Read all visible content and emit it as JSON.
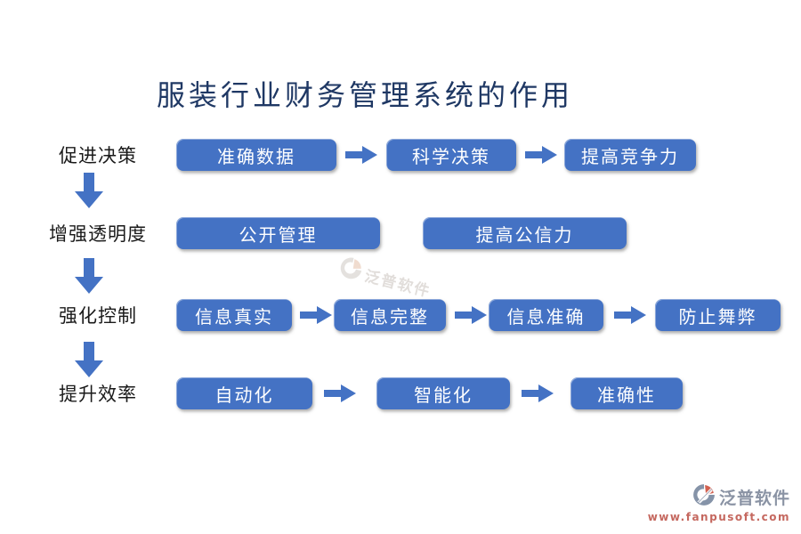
{
  "title": "服装行业财务管理系统的作用",
  "colors": {
    "accent": "#4472C4",
    "title": "#1F3864",
    "label": "#1A1A1A",
    "brand_text": "#8A93A4",
    "brand_url": "#C5685F",
    "watermark": "#C9C2BC"
  },
  "rows": [
    {
      "label": "促进决策",
      "boxes": [
        "准确数据",
        "科学决策",
        "提高竞争力"
      ]
    },
    {
      "label": "增强透明度",
      "boxes": [
        "公开管理",
        "提高公信力"
      ]
    },
    {
      "label": "强化控制",
      "boxes": [
        "信息真实",
        "信息完整",
        "信息准确",
        "防止舞弊"
      ]
    },
    {
      "label": "提升效率",
      "boxes": [
        "自动化",
        "智能化",
        "准确性"
      ]
    }
  ],
  "watermark_text": "泛普软件",
  "brand": {
    "name": "泛普软件",
    "url": "www.fanpusoft.com"
  }
}
